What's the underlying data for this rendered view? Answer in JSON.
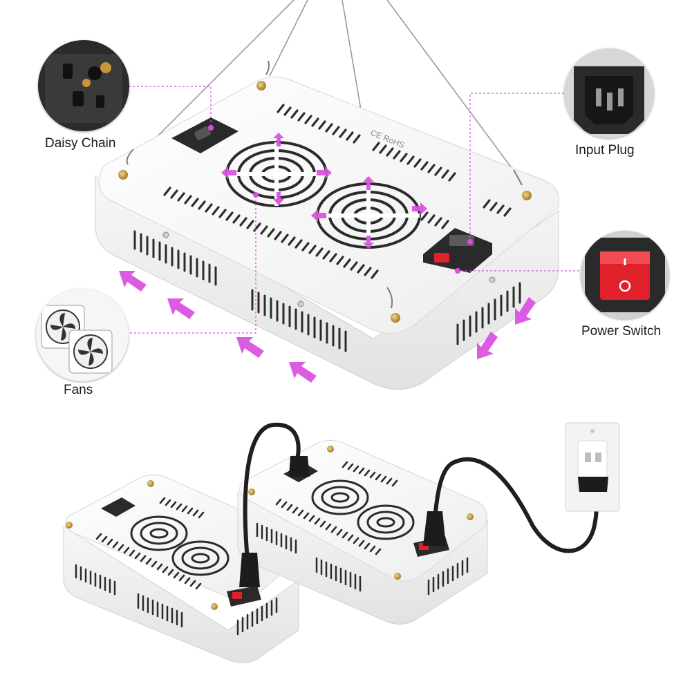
{
  "callouts": {
    "daisy_chain": "Daisy Chain",
    "input_plug": "Input Plug",
    "power_switch": "Power Switch",
    "fans": "Fans"
  },
  "markings": {
    "certification": "CE RoHS"
  },
  "colors": {
    "airflow_arrow": "#d84fe0",
    "leader_line": "#d84fe0",
    "switch_red": "#e0202a",
    "housing": "#f4f4f4",
    "socket_dark": "#2a2a2a",
    "brass_bolt": "#c8a24a"
  }
}
